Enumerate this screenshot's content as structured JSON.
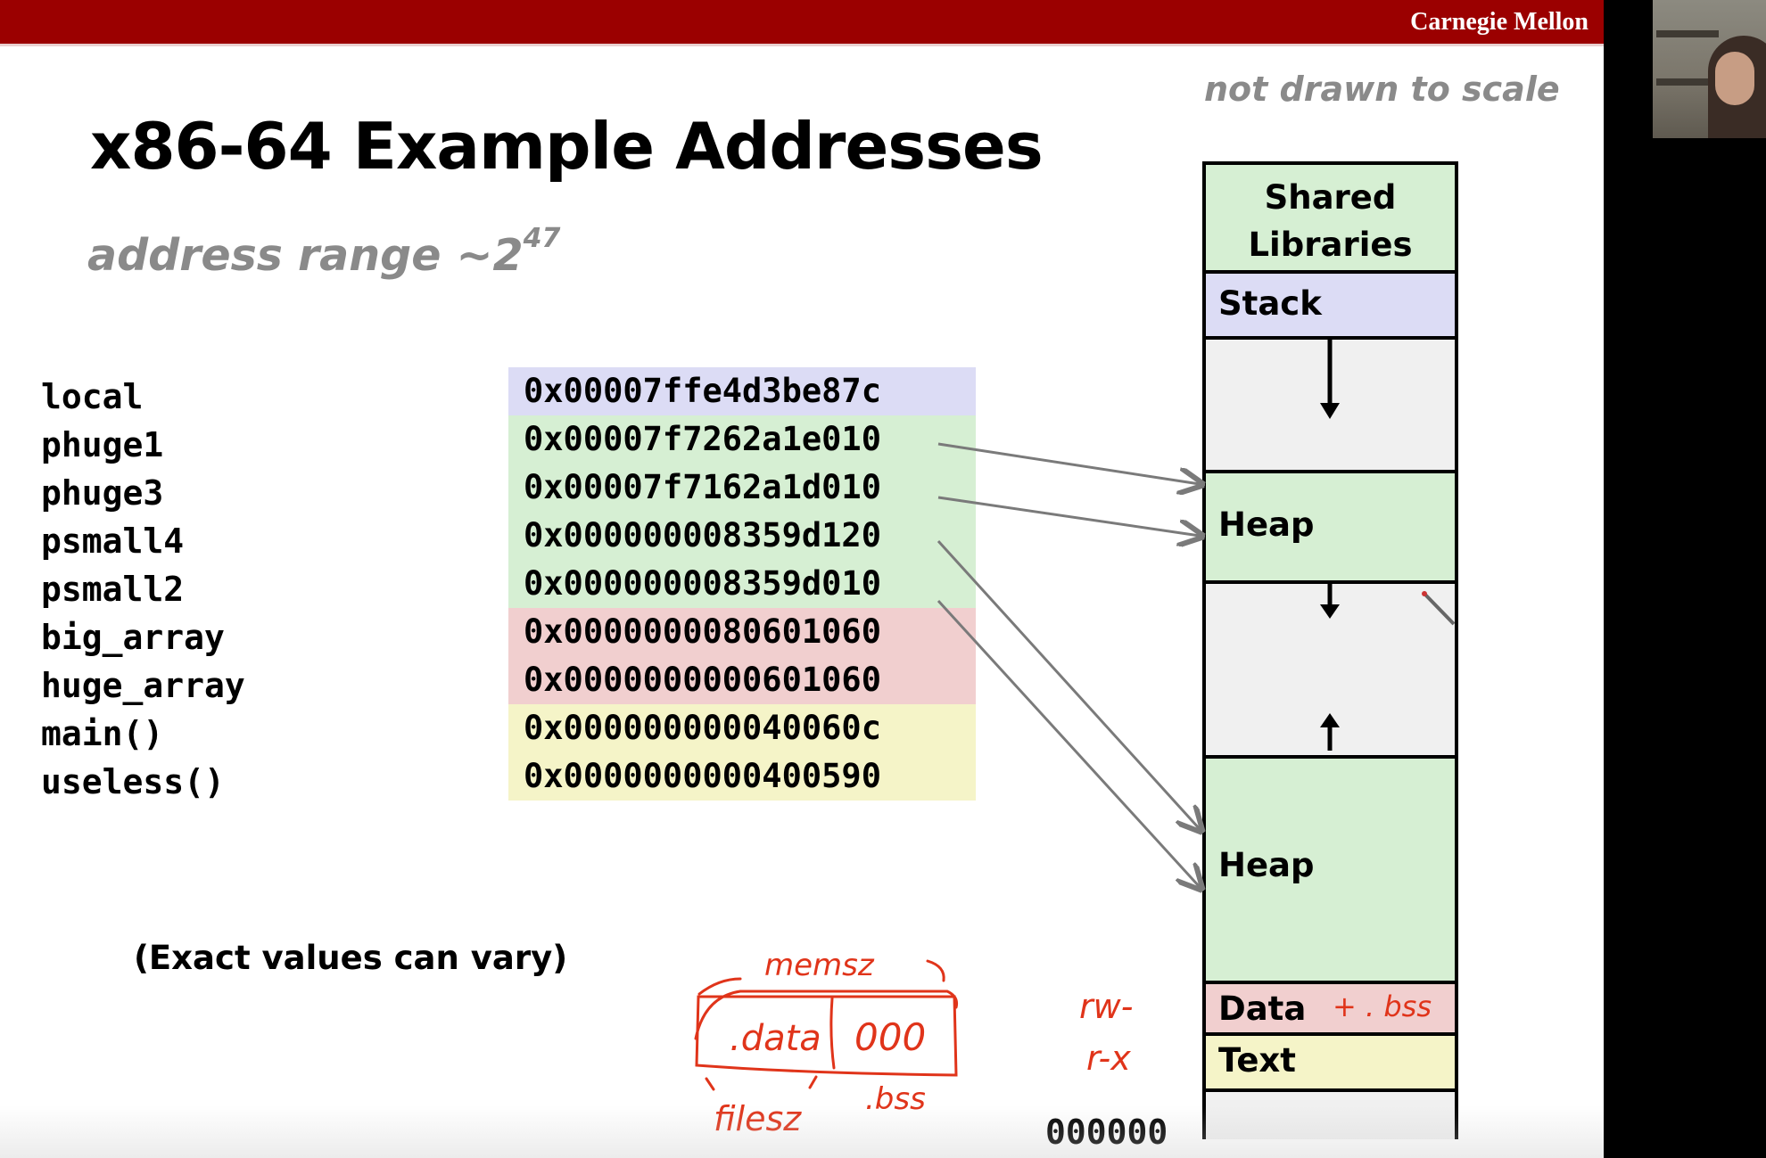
{
  "header": {
    "brand": "Carnegie Mellon"
  },
  "slide": {
    "title": "x86-64 Example Addresses",
    "subtitle_base": "address range ~2",
    "subtitle_exp": "47",
    "scale_note": "not drawn to scale",
    "footnote": "(Exact values can vary)",
    "low_address": "000000"
  },
  "variables": [
    {
      "name": "local",
      "address": "0x00007ffe4d3be87c",
      "color": "#dcdcf5"
    },
    {
      "name": "phuge1",
      "address": "0x00007f7262a1e010",
      "color": "#d6efd3"
    },
    {
      "name": "phuge3",
      "address": "0x00007f7162a1d010",
      "color": "#d6efd3"
    },
    {
      "name": "psmall4",
      "address": "0x000000008359d120",
      "color": "#d6efd3"
    },
    {
      "name": "psmall2",
      "address": "0x000000008359d010",
      "color": "#d6efd3"
    },
    {
      "name": "big_array",
      "address": "0x0000000080601060",
      "color": "#f1cfcf"
    },
    {
      "name": "huge_array",
      "address": "0x0000000000601060",
      "color": "#f1cfcf"
    },
    {
      "name": "main()",
      "address": "0x000000000040060c",
      "color": "#f5f4c8"
    },
    {
      "name": "useless()",
      "address": "0x0000000000400590",
      "color": "#f5f4c8"
    }
  ],
  "memory_map": {
    "shared_libraries": "Shared Libraries",
    "stack": "Stack",
    "heap_upper": "Heap",
    "heap_lower": "Heap",
    "data": "Data",
    "text": "Text",
    "colors": {
      "shared": "#d6efd3",
      "stack": "#dcdcf5",
      "heap": "#d6efd3",
      "data": "#f1cfcf",
      "text": "#f5f4c8",
      "gap": "#f0f0f0"
    }
  },
  "annotations": {
    "rw": "rw-",
    "rx": "r-x",
    "bss_note": "+ . bss",
    "memsz": "memsz",
    "data_box": ".data",
    "zero_box": "000",
    "filesz": "filesz",
    "bss": ".bss",
    "ink_color": "#e0341a"
  }
}
